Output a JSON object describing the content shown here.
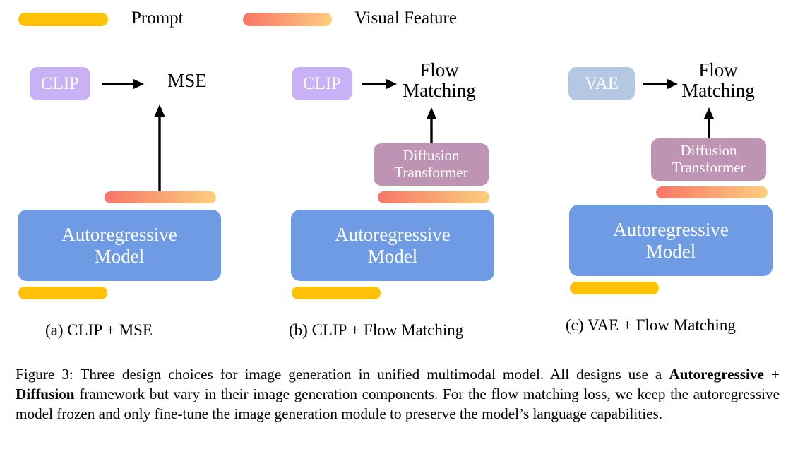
{
  "legend": {
    "items": [
      {
        "key": "prompt",
        "label": "Prompt",
        "color": "#FFC107",
        "type": "solid"
      },
      {
        "key": "visual",
        "label": "Visual Feature",
        "color_start": "#F97567",
        "color_end": "#FCCE7E",
        "type": "gradient"
      }
    ]
  },
  "colors": {
    "prompt_bar": "#FFC107",
    "visual_feature_start": "#F97567",
    "visual_feature_end": "#FCCE7E",
    "clip_box": "#C8B2F5",
    "vae_box": "#B4C8E3",
    "autoregressive_box": "#6E9BE4",
    "diffusion_box": "#BF93B3",
    "arrow": "#000000",
    "text": "#000000",
    "box_text": "#FFFFFF",
    "background": "#FFFFFF"
  },
  "panels": [
    {
      "id": "a",
      "caption": "(a) CLIP +  MSE",
      "encoder_label": "CLIP",
      "encoder_type": "clip",
      "loss_label": "MSE",
      "model_label": "Autoregressive\nModel",
      "has_diffusion_transformer": false,
      "diffusion_label": "",
      "visual_feature_bar": true,
      "prompt_bar": true
    },
    {
      "id": "b",
      "caption": "(b) CLIP +  Flow Matching",
      "encoder_label": "CLIP",
      "encoder_type": "clip",
      "loss_label": "Flow\nMatching",
      "model_label": "Autoregressive\nModel",
      "has_diffusion_transformer": true,
      "diffusion_label": "Diffusion\nTransformer",
      "visual_feature_bar": true,
      "prompt_bar": true
    },
    {
      "id": "c",
      "caption": "(c) VAE +  Flow Matching",
      "encoder_label": "VAE",
      "encoder_type": "vae",
      "loss_label": "Flow\nMatching",
      "model_label": "Autoregressive\nModel",
      "has_diffusion_transformer": true,
      "diffusion_label": "Diffusion\nTransformer",
      "visual_feature_bar": true,
      "prompt_bar": true
    }
  ],
  "figure_caption": {
    "prefix": "Figure 3: Three design choices for image generation in unified multimodal model. All designs use a ",
    "bold": "Autoregressive + Diffusion",
    "suffix": " framework but vary in their image generation components. For the flow matching loss, we keep the autoregressive model frozen and only fine-tune the image generation module to preserve the model’s language capabilities."
  }
}
